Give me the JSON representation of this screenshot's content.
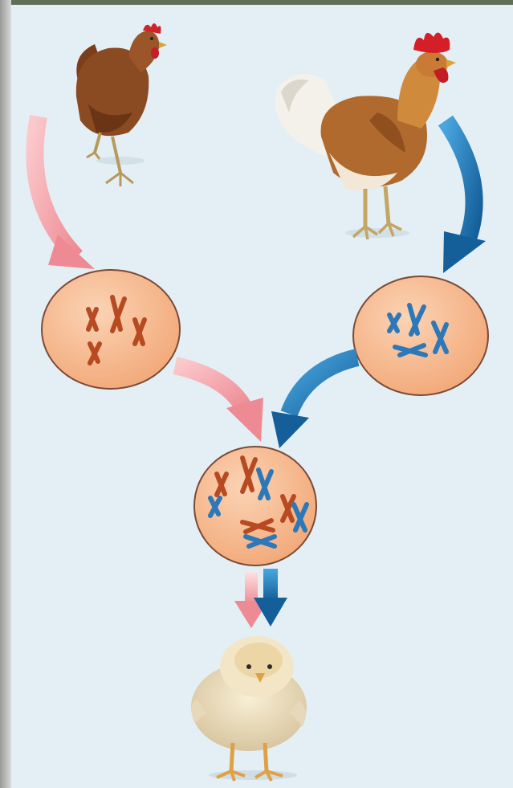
{
  "diagram": {
    "organisms": {
      "hen": "hen",
      "rooster": "rooster",
      "chick": "chick"
    },
    "cells": {
      "mother_gamete": "mother-gamete",
      "father_gamete": "father-gamete",
      "zygote": "zygote"
    },
    "colors": {
      "background": "#e3eff5",
      "maternal_arrow": "#f4a3a8",
      "paternal_arrow": "#1f7fc0",
      "cell_fill": "#f7bc95",
      "cell_stroke": "#6a3a2a",
      "maternal_chromosome": "#b84a22",
      "paternal_chromosome": "#2d78b8"
    }
  }
}
